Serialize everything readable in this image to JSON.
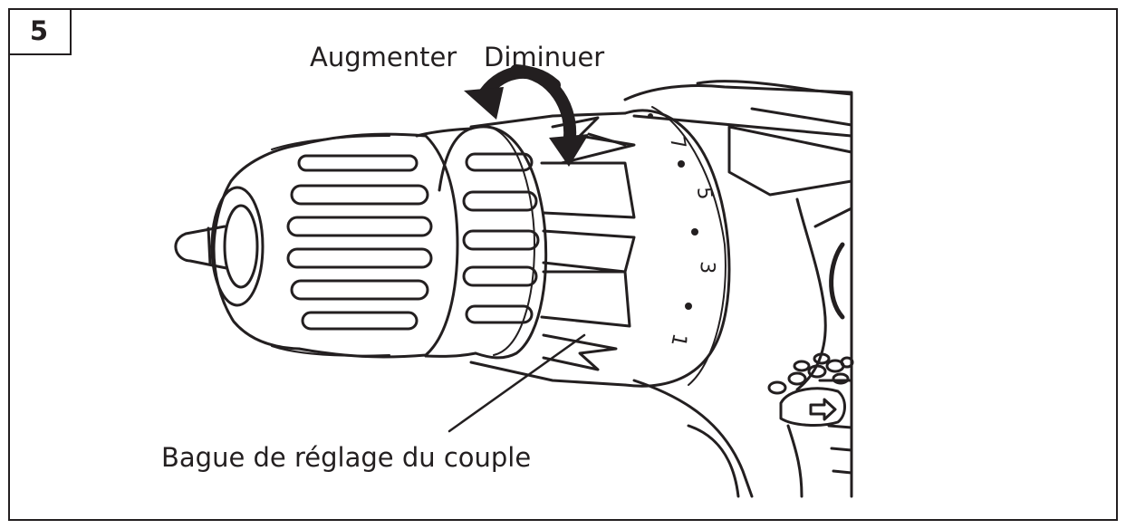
{
  "step_number": "5",
  "labels": {
    "increase": "Augmenter",
    "decrease": "Diminuer",
    "torque_ring": "Bague de réglage du couple"
  },
  "torque_scale": [
    "7",
    "5",
    "3",
    "1"
  ],
  "colors": {
    "ink": "#231f20",
    "background": "#ffffff"
  }
}
